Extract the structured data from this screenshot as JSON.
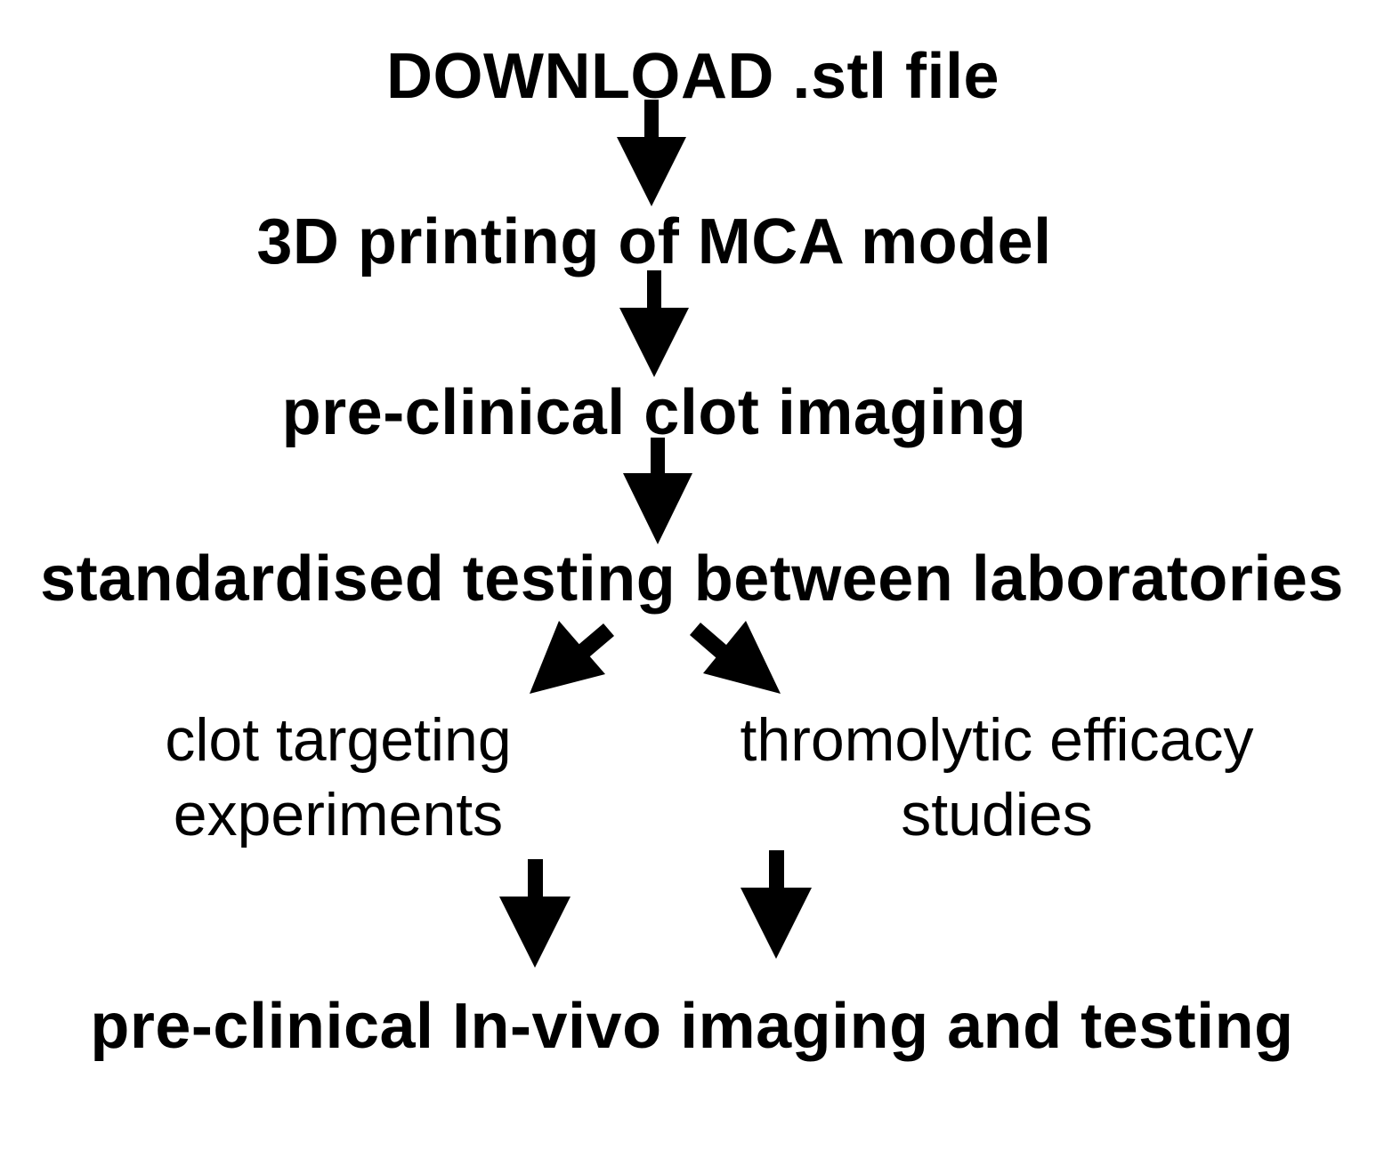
{
  "flowchart": {
    "steps": {
      "download": "DOWNLOAD .stl file",
      "printing": "3D printing of MCA model",
      "imaging": "pre-clinical clot imaging",
      "testing": "standardised testing between laboratories",
      "invivo": "pre-clinical In-vivo imaging and testing"
    },
    "branches": {
      "left": {
        "line1": "clot targeting",
        "line2": "experiments"
      },
      "right": {
        "line1": "thromolytic efficacy",
        "line2": "studies"
      }
    },
    "colors": {
      "text": "#000000",
      "arrows": "#000000",
      "background": "#ffffff"
    }
  }
}
